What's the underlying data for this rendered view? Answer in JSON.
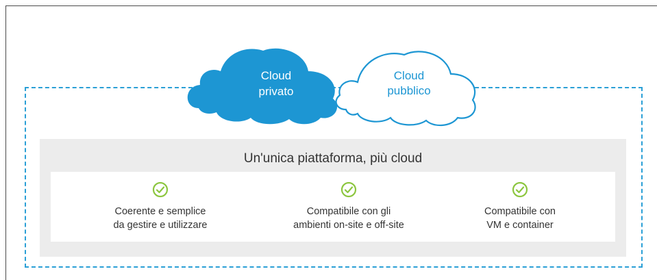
{
  "clouds": {
    "private": {
      "line1": "Cloud",
      "line2": "privato",
      "fill": "#1d96d3",
      "text_color": "#ffffff"
    },
    "public": {
      "line1": "Cloud",
      "line2": "pubblico",
      "stroke": "#1d96d3",
      "text_color": "#1d96d3"
    }
  },
  "platform": {
    "title": "Un'unica piattaforma, più cloud"
  },
  "features": [
    {
      "line1": "Coerente e semplice",
      "line2": "da gestire e utilizzare",
      "icon": "check-circle-icon"
    },
    {
      "line1": "Compatibile con gli",
      "line2": "ambienti on-site e off-site",
      "icon": "check-circle-icon"
    },
    {
      "line1": "Compatibile con",
      "line2": "VM e container",
      "icon": "check-circle-icon"
    }
  ],
  "colors": {
    "accent_blue": "#1d96d3",
    "check_green": "#8cc63f",
    "panel_gray": "#ececec"
  }
}
